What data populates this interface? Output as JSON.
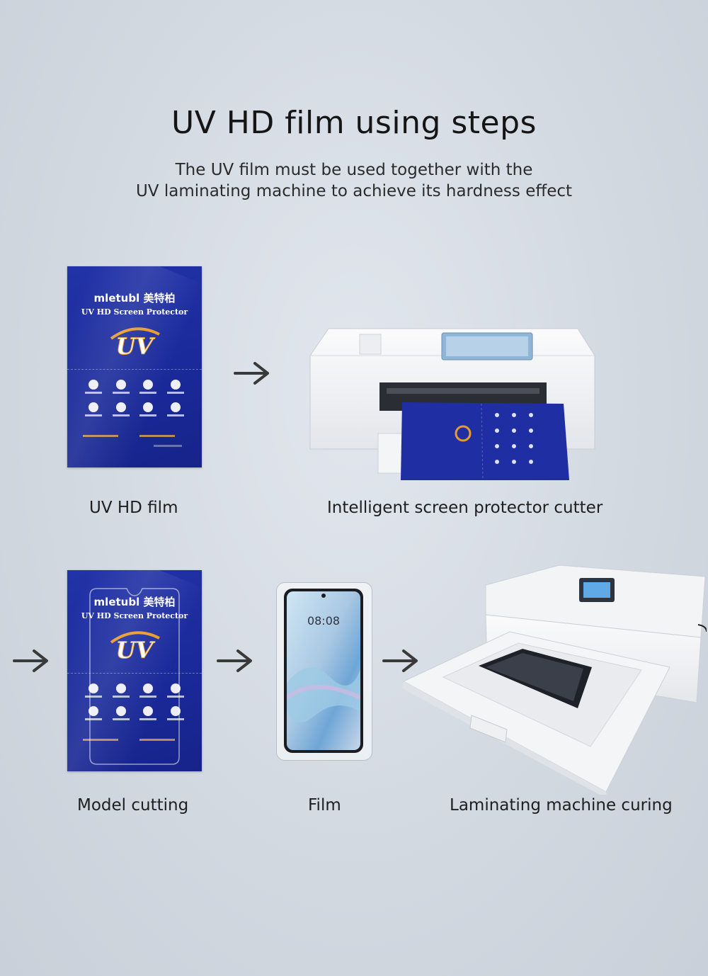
{
  "header": {
    "title": "UV HD film using steps",
    "subtitle_line1": "The UV film must be used together with the",
    "subtitle_line2": "UV laminating machine to achieve its hardness effect"
  },
  "product": {
    "brand": "mletubl 美特柏",
    "name": "UV HD Screen Protector",
    "logo_text": "UV"
  },
  "phone": {
    "time": "08:08"
  },
  "steps": [
    {
      "label": "UV HD film"
    },
    {
      "label": "Intelligent screen protector cutter"
    },
    {
      "label": "Model cutting"
    },
    {
      "label": "Film"
    },
    {
      "label": "Laminating machine curing"
    }
  ],
  "colors": {
    "film_blue": "#1f2fa3",
    "accent_orange": "#e89a2c",
    "arrow": "#3a3a3a",
    "background": "#d6dce4"
  }
}
